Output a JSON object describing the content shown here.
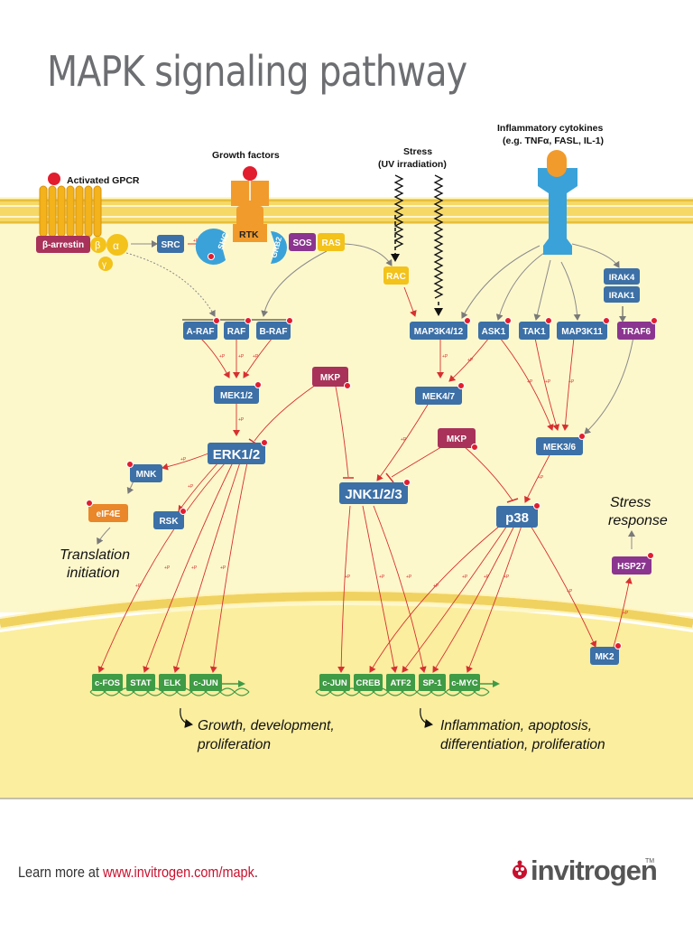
{
  "title": "MAPK signaling pathway",
  "colors": {
    "blue": "#3c70a7",
    "maroon": "#a8325a",
    "purple": "#8b3590",
    "yellow_box": "#f3c21b",
    "orange": "#e9872a",
    "green": "#3f9b45",
    "arrow_red": "#d73030",
    "arrow_grey": "#8a8a8a",
    "membrane": "#f5d866",
    "cytoplasm": "#fdf8cc",
    "nucleus": "#fbee9f"
  },
  "labels": {
    "activated_gpcr": "Activated GPCR",
    "growth_factors": "Growth factors",
    "stress": "Stress",
    "uv": "(UV irradiation)",
    "cytokines": "Inflammatory cytokines",
    "cytokines_eg": "(e.g. TNFα, FASL, IL-1)",
    "beta": "β",
    "alpha": "α",
    "gamma": "γ",
    "stress_response_1": "Stress",
    "stress_response_2": "response",
    "translation_1": "Translation",
    "translation_2": "initiation",
    "growth_1": "Growth, development,",
    "growth_2": "proliferation",
    "inflam_1": "Inflammation, apoptosis,",
    "inflam_2": "differentiation, proliferation",
    "phospho": "+P"
  },
  "nodes": {
    "b_arrestin": "β-arrestin",
    "src": "SRC",
    "shc": "SHC",
    "rtk": "RTK",
    "grb2": "GRB2",
    "sos": "SOS",
    "ras": "RAS",
    "rac": "RAC",
    "irak4": "IRAK4",
    "irak1": "IRAK1",
    "traf6": "TRAF6",
    "a_raf": "A-RAF",
    "raf": "RAF",
    "b_raf": "B-RAF",
    "map3k412": "MAP3K4/12",
    "ask1": "ASK1",
    "tak1": "TAK1",
    "map3k11": "MAP3K11",
    "mek12": "MEK1/2",
    "mkp1": "MKP",
    "mek47": "MEK4/7",
    "erk12": "ERK1/2",
    "mkp2": "MKP",
    "mek36": "MEK3/6",
    "mnk": "MNK",
    "jnk123": "JNK1/2/3",
    "p38": "p38",
    "eif4e": "eIF4E",
    "rsk": "RSK",
    "hsp27": "HSP27",
    "mk2": "MK2"
  },
  "genes_left": [
    "c-FOS",
    "STAT",
    "ELK",
    "c-JUN"
  ],
  "genes_right": [
    "c-JUN",
    "CREB",
    "ATF2",
    "SP-1",
    "c-MYC"
  ],
  "footer": {
    "text": "Learn more at ",
    "link": "www.invitrogen.com/mapk",
    "end": ".",
    "brand": "invitrogen",
    "tm": "TM"
  }
}
